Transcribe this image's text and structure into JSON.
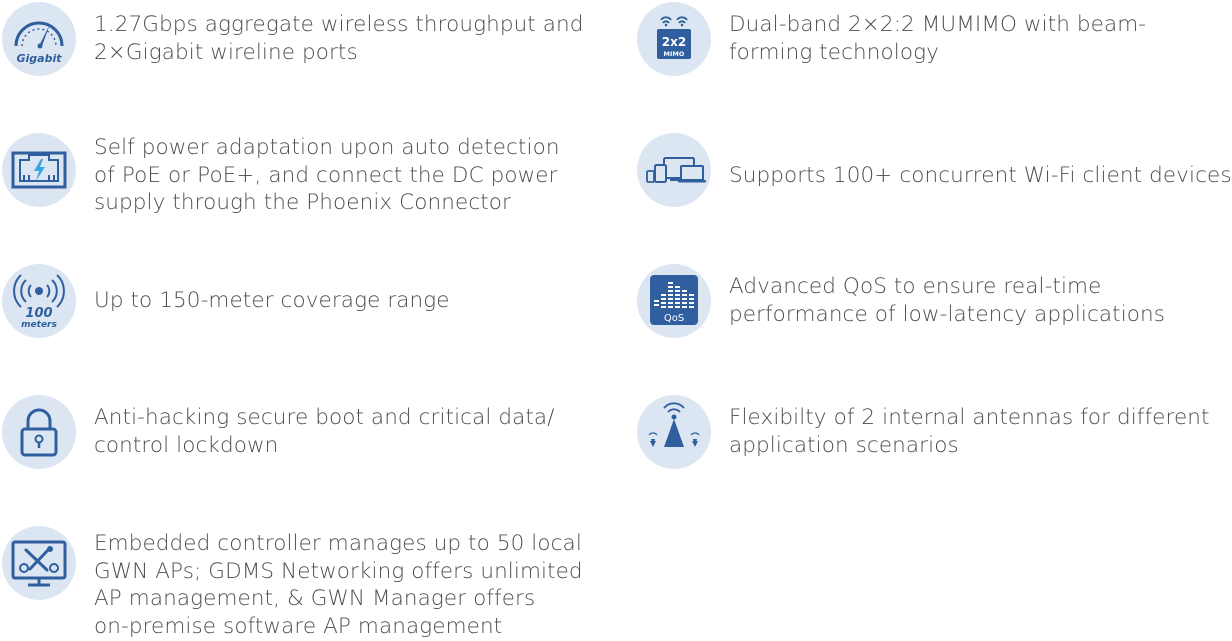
{
  "colors": {
    "icon_bg": "#dce6f2",
    "icon_blue": "#2f5f9e",
    "text": "#4d4d4d"
  },
  "features": [
    {
      "icon": "gigabit-speedometer-icon",
      "icon_label": "Gigabit",
      "lines": [
        "1.27Gbps aggregate wireless throughput and",
        "2×Gigabit wireline ports"
      ]
    },
    {
      "icon": "mimo-wifi-icon",
      "icon_label": "2x2",
      "icon_sublabel": "MIMO",
      "lines": [
        "Dual-band 2×2:2 MUMIMO with beam-",
        "forming technology"
      ]
    },
    {
      "icon": "power-ethernet-port-icon",
      "lines": [
        "Self power adaptation upon auto detection",
        "of PoE or PoE+, and connect the DC power",
        "supply through the Phoenix Connector"
      ]
    },
    {
      "icon": "client-devices-icon",
      "lines": [
        "Supports 100+ concurrent Wi-Fi client devices"
      ]
    },
    {
      "icon": "coverage-range-icon",
      "icon_label": "100",
      "icon_sublabel": "meters",
      "lines": [
        "Up to 150-meter coverage range"
      ]
    },
    {
      "icon": "qos-equalizer-icon",
      "icon_label": "QoS",
      "lines": [
        "Advanced QoS to ensure real-time",
        "performance of low-latency applications"
      ]
    },
    {
      "icon": "padlock-icon",
      "lines": [
        "Anti-hacking secure boot and critical data/",
        "control lockdown"
      ]
    },
    {
      "icon": "internal-antennas-icon",
      "lines": [
        "Flexibilty of 2 internal antennas for different",
        "application scenarios"
      ]
    },
    {
      "icon": "controller-monitor-tools-icon",
      "lines": [
        "Embedded controller manages up to 50 local",
        "GWN APs; GDMS Networking offers unlimited",
        "AP management, & GWN Manager offers",
        "on-premise software AP management"
      ]
    }
  ]
}
